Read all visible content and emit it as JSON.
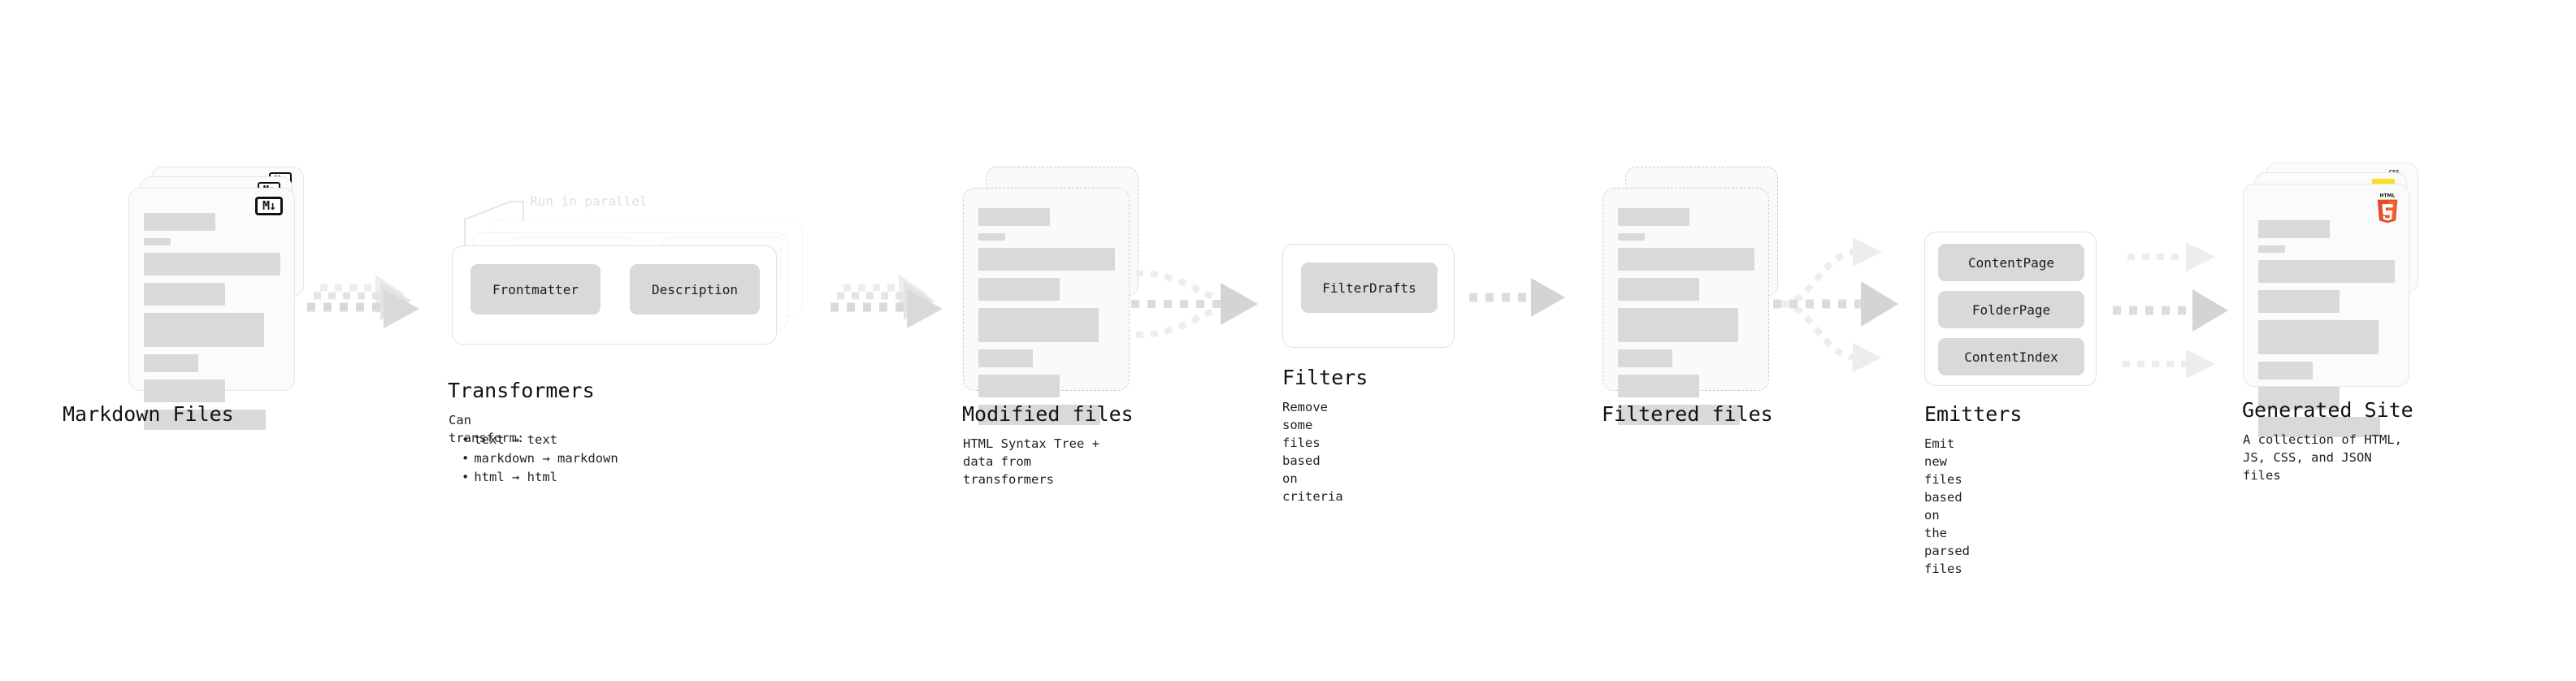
{
  "diagram": {
    "type": "pipeline-flow",
    "background": "#ffffff",
    "accent_placeholder": "#d9d9d9",
    "accent_arrow": "#d8d8d8",
    "stages": [
      {
        "id": "markdown-files",
        "title": "Markdown Files",
        "caption": "",
        "kind": "document-stack",
        "badge": "markdown-icon",
        "badge_label": "M",
        "stack_count": 3,
        "dashed": false
      },
      {
        "id": "transformers",
        "title": "Transformers",
        "caption": "Can transform:",
        "kind": "process-stack",
        "annotation": "Run in parallel",
        "chips": [
          "Frontmatter",
          "Description"
        ],
        "bullets": [
          "text → text",
          "markdown → markdown",
          "html → html"
        ],
        "stack_count": 3
      },
      {
        "id": "modified-files",
        "title": "Modified files",
        "caption": "HTML Syntax Tree +\ndata from transformers",
        "kind": "document-stack",
        "stack_count": 2,
        "dashed": true
      },
      {
        "id": "filters",
        "title": "Filters",
        "caption": "Remove some files based\non criteria",
        "kind": "process-box",
        "chips": [
          "FilterDrafts"
        ],
        "stack_count": 1
      },
      {
        "id": "filtered-files",
        "title": "Filtered files",
        "caption": "",
        "kind": "document-stack",
        "stack_count": 2,
        "dashed": true
      },
      {
        "id": "emitters",
        "title": "Emitters",
        "caption": "Emit new files based on\nthe parsed files",
        "kind": "process-box",
        "chips": [
          "ContentPage",
          "FolderPage",
          "ContentIndex"
        ],
        "stack_count": 1
      },
      {
        "id": "generated-site",
        "title": "Generated Site",
        "caption": "A collection of HTML,\nJS, CSS, and JSON files",
        "kind": "document-stack",
        "badges": [
          "css-icon",
          "js-icon",
          "html5-icon"
        ],
        "badge_css_label": "CSS",
        "badge_html_label": "HTML",
        "badge_html_number": "5",
        "stack_count": 3,
        "dashed": false
      }
    ],
    "connectors": [
      {
        "id": "md-to-transformers",
        "style": "dashed-arrow-stack",
        "count": 3
      },
      {
        "id": "transformers-to-modified",
        "style": "dashed-arrow-stack",
        "count": 3
      },
      {
        "id": "modified-to-filters",
        "style": "dashed-arrow-merge",
        "count": 3
      },
      {
        "id": "filters-to-filtered",
        "style": "dashed-arrow",
        "count": 1
      },
      {
        "id": "filtered-to-emitters",
        "style": "dashed-arrow-fan",
        "count": 3
      },
      {
        "id": "emitters-to-site",
        "style": "dashed-arrow-parallel",
        "count": 3
      }
    ],
    "doc_lines": [
      {
        "w": 88,
        "h": 22
      },
      {
        "w": 33,
        "h": 9
      },
      {
        "w": 168,
        "h": 28
      },
      {
        "w": 100,
        "h": 28
      },
      {
        "w": 148,
        "h": 42
      },
      {
        "w": 67,
        "h": 22
      },
      {
        "w": 100,
        "h": 28
      },
      {
        "w": 150,
        "h": 25
      }
    ],
    "colors": {
      "card_bg": "#fbfbfb",
      "card_border": "#e6e6e6",
      "placeholder": "#d9d9d9",
      "chip_bg": "#d9d9d9",
      "text": "#111111",
      "arrow": "#d8d8d8",
      "css_blue": "#2965f1",
      "js_yellow": "#f7df1e",
      "html_orange": "#e44d26"
    }
  }
}
